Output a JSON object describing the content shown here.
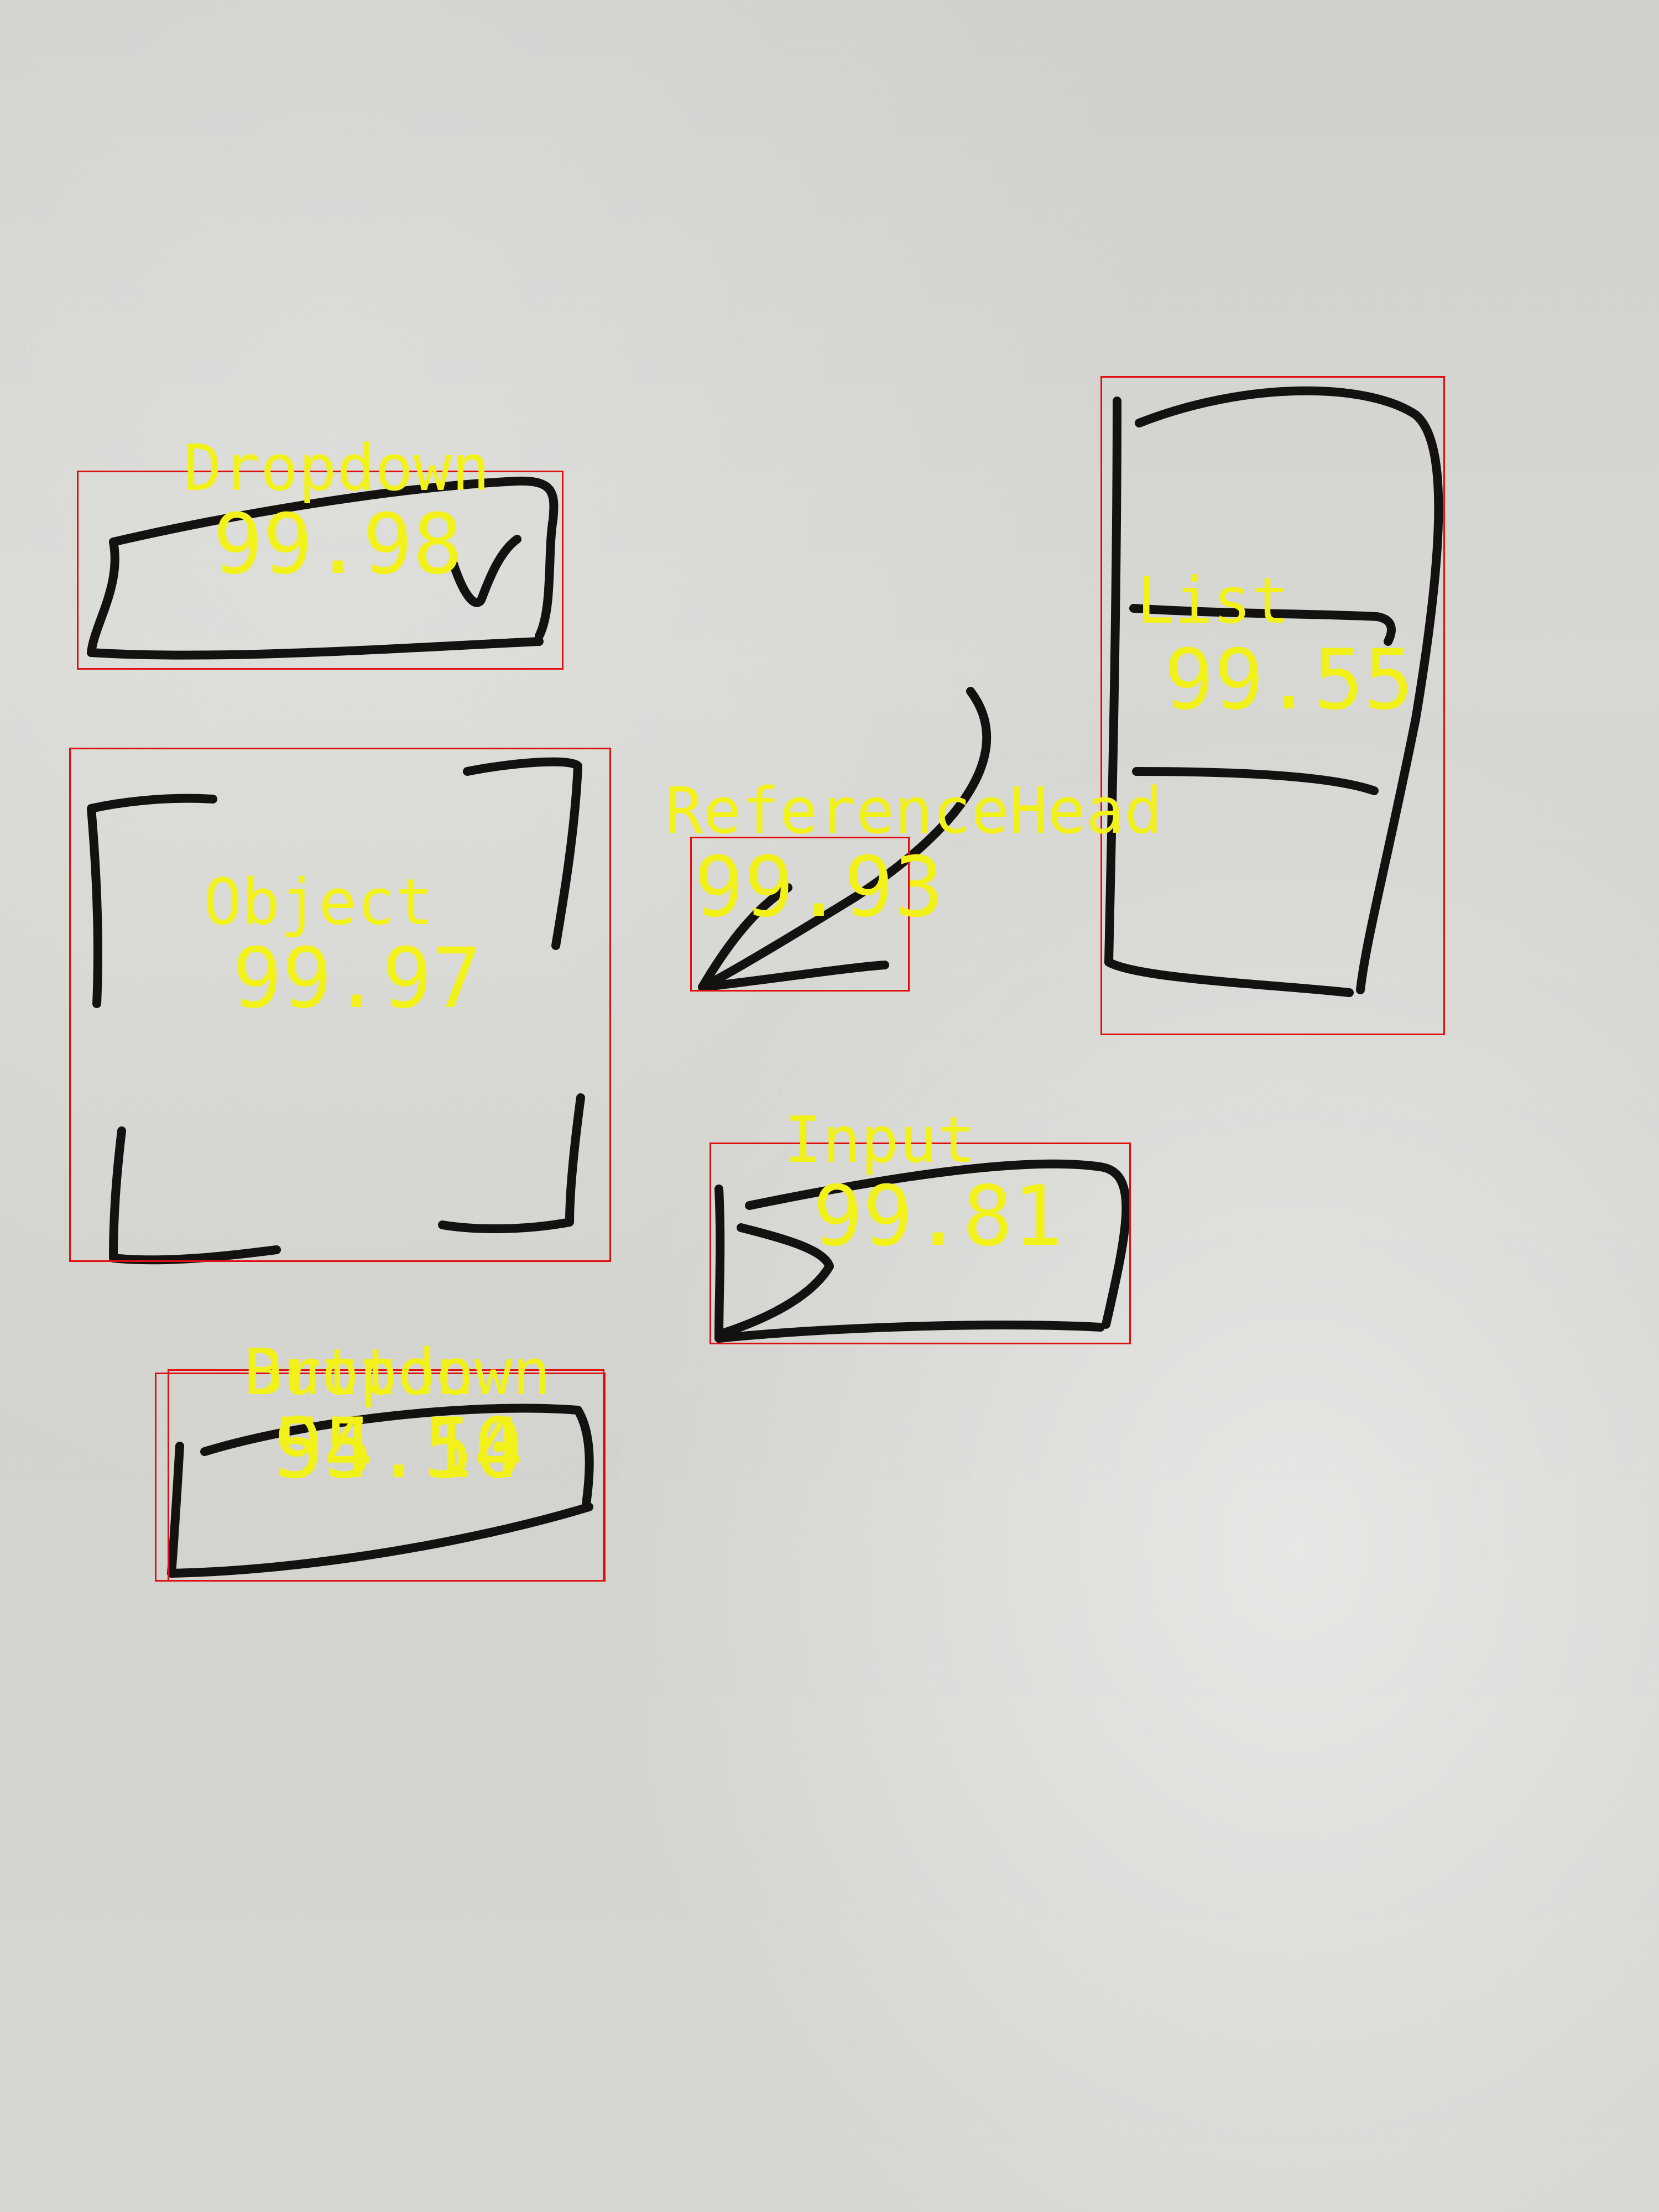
{
  "colors": {
    "box_stroke": "#e01010",
    "label_text": "#f2f21a",
    "ink": "#131211"
  },
  "detections": [
    {
      "label": "Dropdown",
      "score": "99.98"
    },
    {
      "label": "List",
      "score": "99.55"
    },
    {
      "label": "Object",
      "score": "99.97"
    },
    {
      "label": "ReferenceHead",
      "score": "99.93"
    },
    {
      "label": "Input",
      "score": "99.81"
    },
    {
      "label": "Dropdown",
      "score": "55.50"
    },
    {
      "label": "Button",
      "score": "94.14"
    }
  ]
}
